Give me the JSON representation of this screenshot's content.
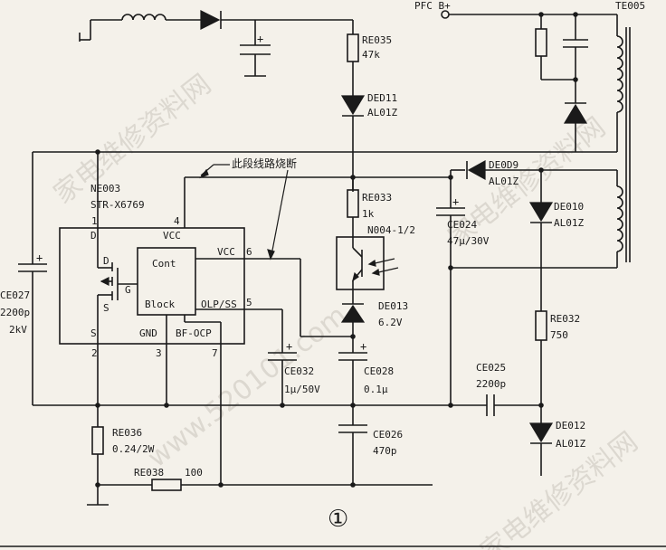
{
  "nodes": {
    "pfc": "PFC B+",
    "te005": "TE005",
    "note": "此段线路烧断",
    "figure": "①"
  },
  "ic": {
    "ref": "NE003",
    "part": "STR-X6769",
    "pin1": "1",
    "pin4": "4",
    "pin2": "2",
    "pin3": "3",
    "pin7": "7",
    "pin6": "6",
    "pin5": "5",
    "d": "D",
    "s": "S",
    "vcc": "VCC",
    "gnd": "GND",
    "bfocp": "BF-OCP",
    "vcc6": "VCC",
    "olpss": "OLP/SS",
    "cont": "Cont",
    "block": "Block",
    "q_d": "D",
    "q_s": "S",
    "q_g": "G"
  },
  "parts": {
    "re035": {
      "ref": "RE035",
      "val": "47k"
    },
    "ded11": {
      "ref": "DED11",
      "val": "AL01Z"
    },
    "re033": {
      "ref": "RE033",
      "val": "1k"
    },
    "n004": {
      "ref": "N004-1/2"
    },
    "de013": {
      "ref": "DE013",
      "val": "6.2V"
    },
    "ce028": {
      "ref": "CE028",
      "val": "0.1μ"
    },
    "ce032": {
      "ref": "CE032",
      "val": "1μ/50V"
    },
    "ce026": {
      "ref": "CE026",
      "val": "470p"
    },
    "re036": {
      "ref": "RE036",
      "val": "0.24/2W"
    },
    "re038": {
      "ref": "RE038",
      "val": "100"
    },
    "ce027": {
      "ref": "CE027",
      "val1": "2200p",
      "val2": "2kV"
    },
    "de0d9": {
      "ref": "DE0D9",
      "val": "AL01Z"
    },
    "ce024": {
      "ref": "CE024",
      "val": "47μ/30V"
    },
    "de010": {
      "ref": "DE010",
      "val": "AL01Z"
    },
    "re032": {
      "ref": "RE032",
      "val": "750"
    },
    "ce025": {
      "ref": "CE025",
      "val": "2200p"
    },
    "de012": {
      "ref": "DE012",
      "val": "AL01Z"
    }
  },
  "watermark": {
    "a": "家电维修资料网",
    "b": "www.520101.com"
  }
}
